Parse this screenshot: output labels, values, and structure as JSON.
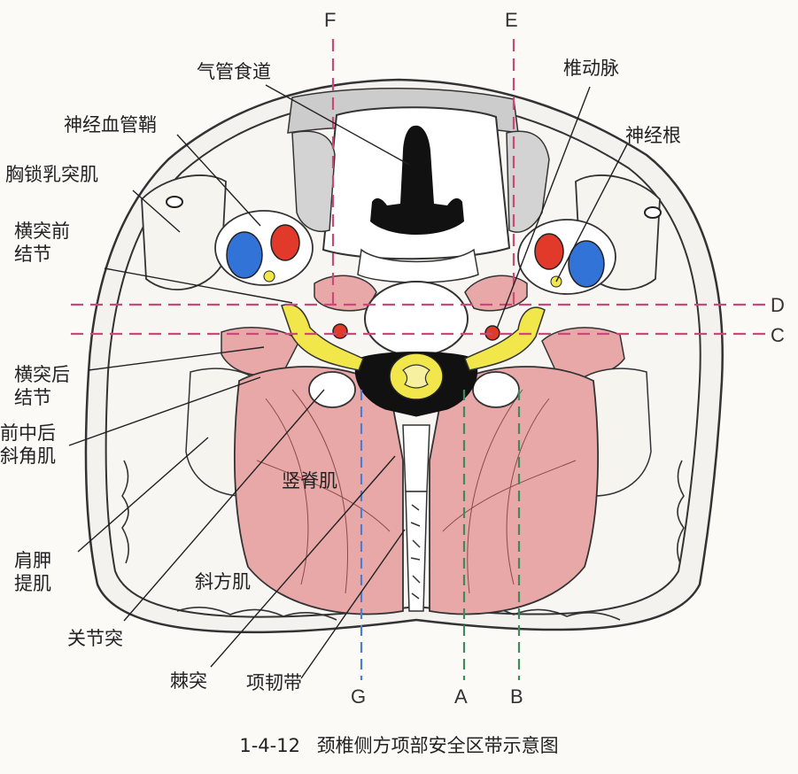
{
  "caption": {
    "number": "1-4-12",
    "title": "颈椎侧方项部安全区带示意图"
  },
  "labels": {
    "trachea_esophagus": "气管食道",
    "neurovascular_sheath": "神经血管鞘",
    "scm": "胸锁乳突肌",
    "anterior_tubercle": "横突前\n结节",
    "posterior_tubercle": "横突后\n结节",
    "scalene": "前中后\n斜角肌",
    "levator_scapulae": "肩胛\n提肌",
    "facet": "关节突",
    "spinous_process": "棘突",
    "nuchal_ligament": "项韧带",
    "trapezius": "斜方肌",
    "erector_spinae": "竖脊肌",
    "vertebral_artery": "椎动脉",
    "nerve_root": "神经根"
  },
  "line_letters": {
    "F": "F",
    "E": "E",
    "D": "D",
    "C": "C",
    "G": "G",
    "A": "A",
    "B": "B"
  },
  "colors": {
    "muscle": "#e9a8a8",
    "artery": "#e23a2a",
    "vein": "#3173d6",
    "nerve": "#f1e64a",
    "line_magenta": "#c84a78",
    "line_blue": "#4a7ed0",
    "line_green": "#3f8a5c"
  }
}
